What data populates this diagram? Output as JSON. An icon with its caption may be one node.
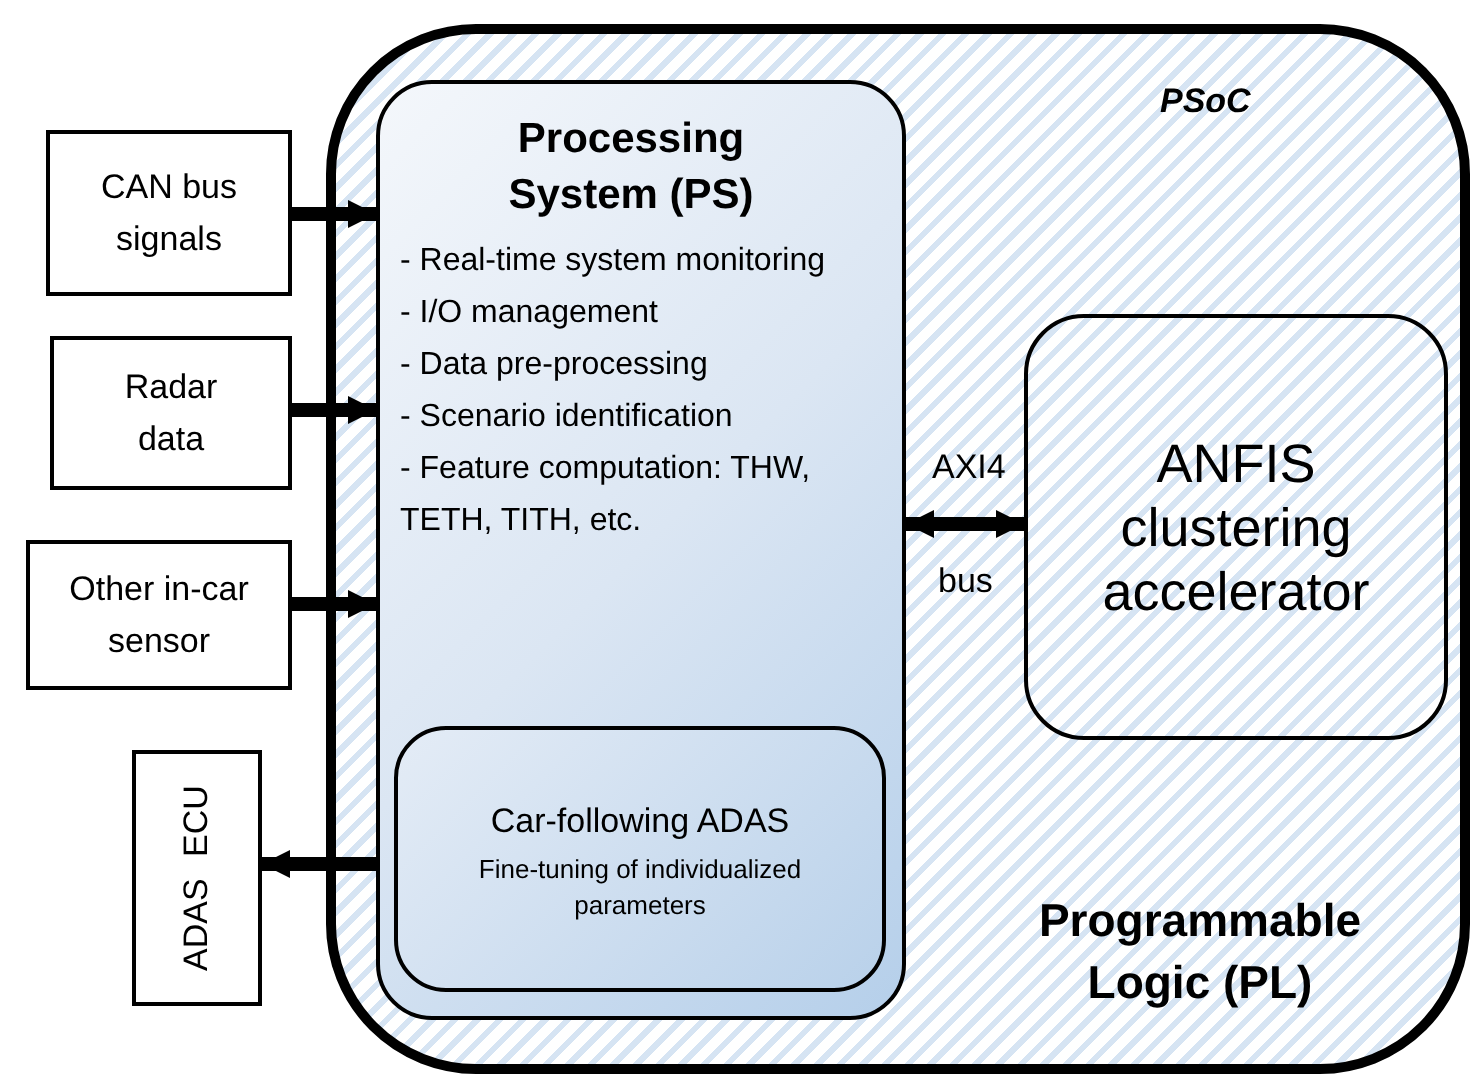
{
  "diagram": {
    "nodes": [
      {
        "text": [
          "PSoC",
          "Programmable Logic (PL)"
        ]
      },
      {
        "text": [
          "Processing System (PS)",
          "- Real-time system monitoring",
          "- I/O management",
          "- Data pre-processing",
          "- Scenario identification",
          "- Feature computation: THW, TETH, TITH, etc."
        ],
        "in": 0
      },
      {
        "text": [
          "Car-following ADAS",
          "Fine-tuning of individualized parameters"
        ],
        "in": 1
      },
      {
        "text": [
          "ANFIS clustering accelerator"
        ],
        "in": 0
      },
      {
        "text": [
          "CAN bus signals"
        ]
      },
      {
        "text": [
          "Radar data"
        ]
      },
      {
        "text": [
          "Other in-car sensor"
        ]
      },
      {
        "text": [
          "ADAS ECU"
        ]
      }
    ],
    "edges": [
      {
        "from": 4,
        "to": 1,
        "arrow": "to"
      },
      {
        "from": 5,
        "to": 1,
        "arrow": "to"
      },
      {
        "from": 6,
        "to": 1,
        "arrow": "to"
      },
      {
        "from": 1,
        "to": 7,
        "arrow": "to"
      },
      {
        "from": 1,
        "to": 3,
        "arrow": "both",
        "label": "AXI4"
      }
    ],
    "labels": [
      "bus"
    ]
  }
}
